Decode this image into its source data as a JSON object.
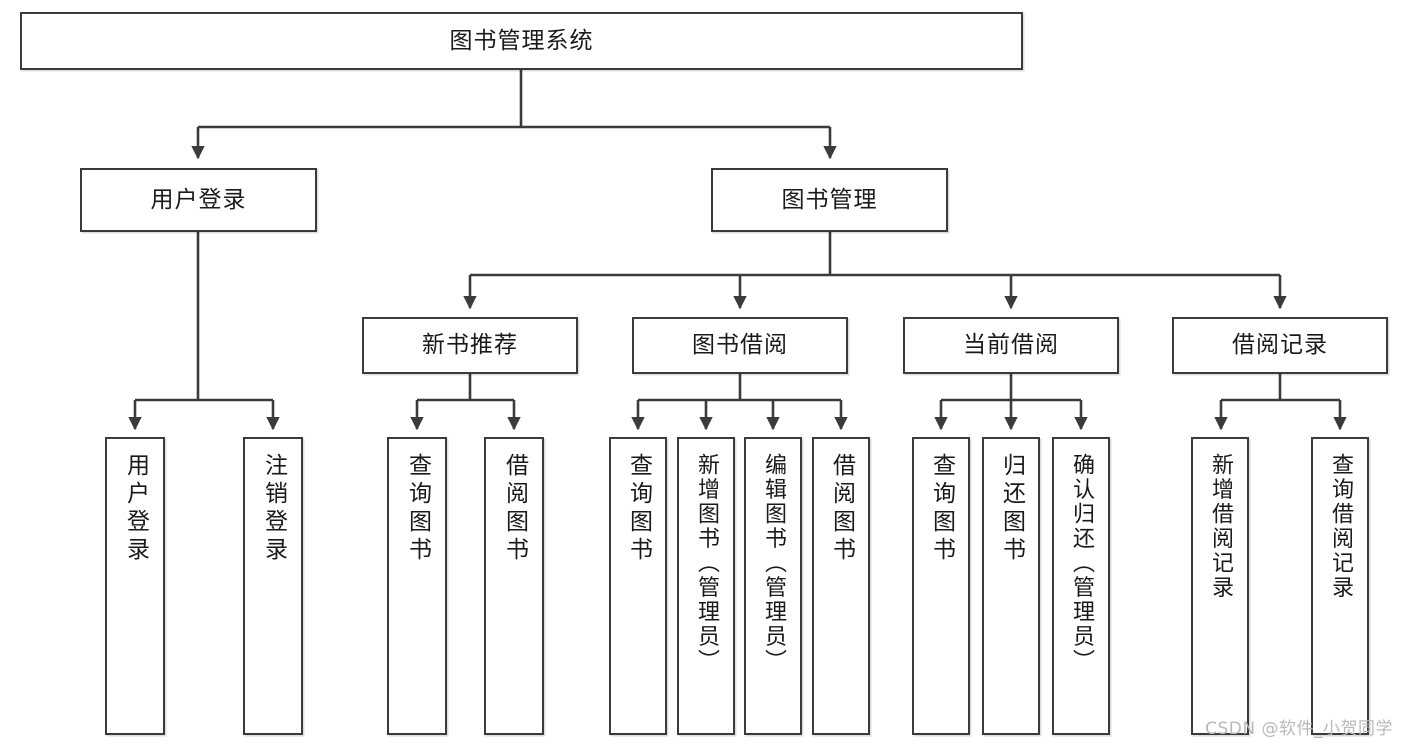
{
  "diagram": {
    "type": "tree-hierarchy",
    "title": "图书管理系统",
    "watermark": "CSDN @软件_小贺同学",
    "colors": {
      "border": "#3b3b3b",
      "background": "#ffffff",
      "text": "#1a1a1a",
      "connector": "#3b3b3b",
      "watermark": "#b9b9b9"
    },
    "nodes": {
      "root": {
        "label": "图书管理系统"
      },
      "level2": [
        {
          "id": "user-login",
          "label": "用户登录"
        },
        {
          "id": "book-management",
          "label": "图书管理"
        }
      ],
      "level3": [
        {
          "id": "new-book-recommend",
          "label": "新书推荐"
        },
        {
          "id": "book-borrow",
          "label": "图书借阅"
        },
        {
          "id": "current-borrow",
          "label": "当前借阅"
        },
        {
          "id": "borrow-record",
          "label": "借阅记录"
        }
      ],
      "leaves": {
        "user-login": [
          {
            "id": "leaf-user-login",
            "label": "用户登录"
          },
          {
            "id": "leaf-user-logout",
            "label": "注销登录"
          }
        ],
        "new-book-recommend": [
          {
            "id": "leaf-query-book-1",
            "label": "查询图书"
          },
          {
            "id": "leaf-borrow-book-1",
            "label": "借阅图书"
          }
        ],
        "book-borrow": [
          {
            "id": "leaf-query-book-2",
            "label": "查询图书"
          },
          {
            "id": "leaf-add-book",
            "label": "新增图书（管理员）"
          },
          {
            "id": "leaf-edit-book",
            "label": "编辑图书（管理员）"
          },
          {
            "id": "leaf-borrow-book-2",
            "label": "借阅图书"
          }
        ],
        "current-borrow": [
          {
            "id": "leaf-query-book-3",
            "label": "查询图书"
          },
          {
            "id": "leaf-return-book",
            "label": "归还图书"
          },
          {
            "id": "leaf-confirm-return",
            "label": "确认归还（管理员）"
          }
        ],
        "borrow-record": [
          {
            "id": "leaf-add-record",
            "label": "新增借阅记录"
          },
          {
            "id": "leaf-query-record",
            "label": "查询借阅记录"
          }
        ]
      }
    }
  }
}
